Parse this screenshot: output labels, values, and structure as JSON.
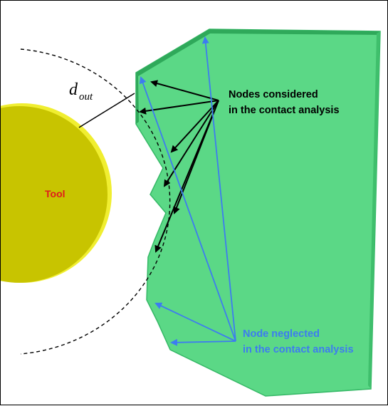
{
  "tool_label": "Tool",
  "distance_symbol": "d",
  "distance_subscript": "out",
  "considered_label": {
    "line1": "Nodes considered",
    "line2": "in the contact analysis"
  },
  "neglected_label": {
    "line1": "Node neglected",
    "line2": "in the contact analysis"
  },
  "colors": {
    "tool_fill": "#c8c400",
    "tool_edge": "#f0ee30",
    "workpiece_fill": "#5bd886",
    "workpiece_edge": "#2fa95a",
    "considered_arrow": "#000000",
    "neglected_arrow": "#3d7cf0",
    "tool_label": "#e01b1b"
  }
}
